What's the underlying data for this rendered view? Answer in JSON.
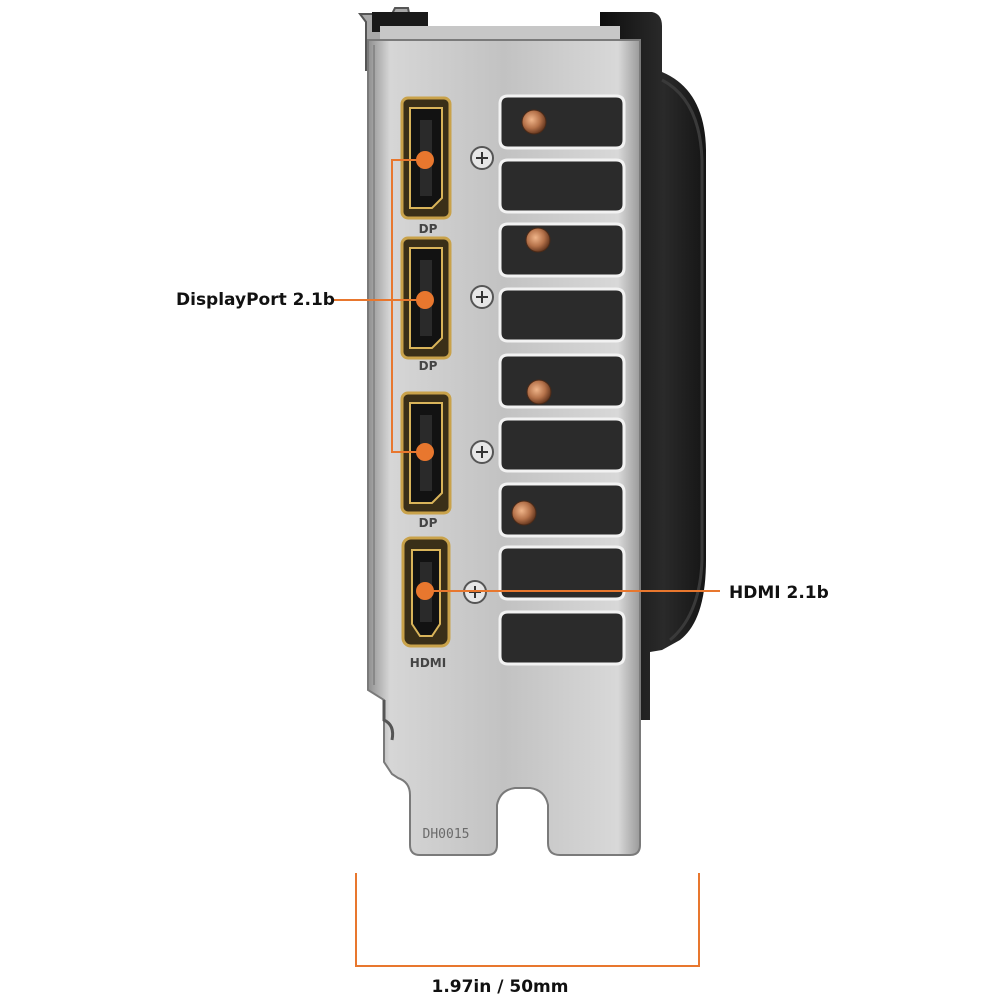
{
  "callouts": {
    "displayport": "DisplayPort 2.1b",
    "hdmi": "HDMI 2.1b"
  },
  "dimension": {
    "label": "1.97in / 50mm"
  },
  "port_markings": {
    "dp": "DP",
    "hdmi": "HDMI"
  },
  "bracket_code": "DH0015",
  "colors": {
    "accent_orange": "#e8772e",
    "bracket_silver": "#b9b9b9",
    "shroud_black": "#1c1c1c",
    "port_gold": "#c9a24a",
    "copper": "#b5724a"
  }
}
